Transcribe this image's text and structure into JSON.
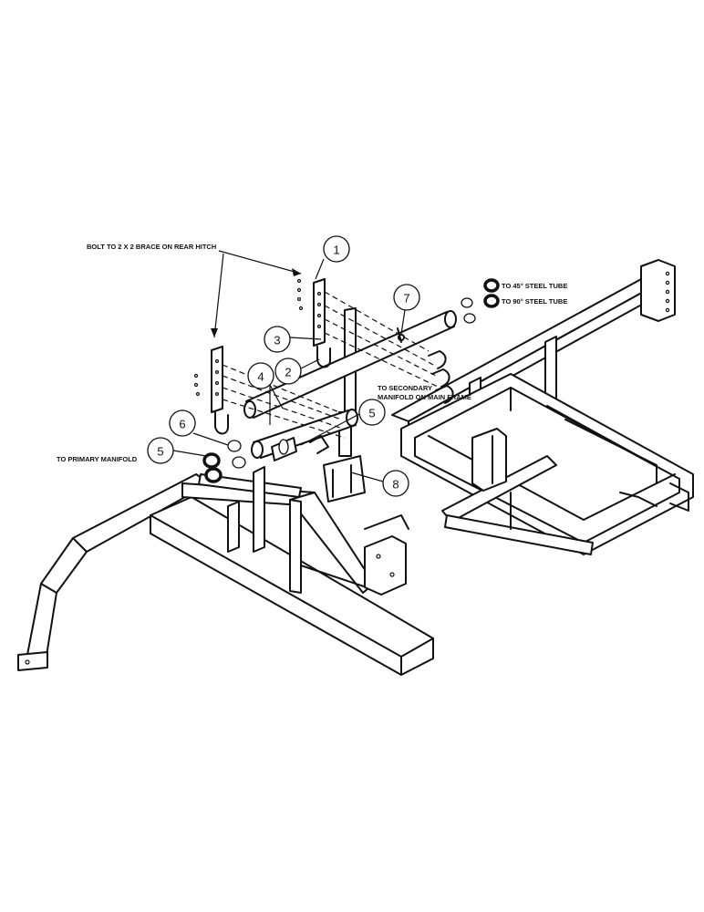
{
  "labels": {
    "bolt_to_brace": "BOLT TO 2 X 2 BRACE ON REAR HITCH",
    "to_45_steel_tube": "TO 45° STEEL TUBE",
    "to_90_steel_tube": "TO 90° STEEL TUBE",
    "to_secondary_line1": "TO SECONDARY",
    "to_secondary_line2": "MANIFOLD ON MAIN FRAME",
    "to_primary_manifold": "TO PRIMARY MANIFOLD"
  },
  "callouts": [
    {
      "number": "1"
    },
    {
      "number": "2"
    },
    {
      "number": "3"
    },
    {
      "number": "4"
    },
    {
      "number": "5"
    },
    {
      "number": "5"
    },
    {
      "number": "6"
    },
    {
      "number": "7"
    },
    {
      "number": "8"
    }
  ]
}
